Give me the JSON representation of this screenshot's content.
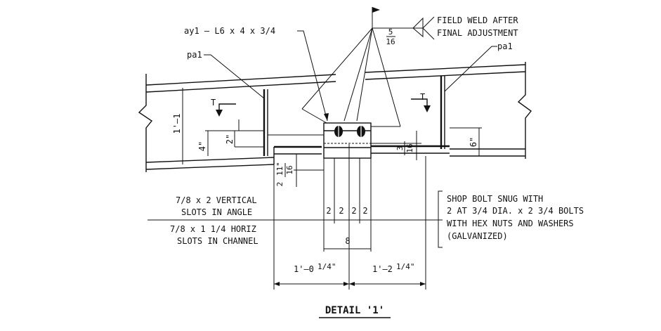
{
  "labels": {
    "angle_callout": "ay1 – L6 x 4 x 3/4",
    "pa1_left": "pa1",
    "pa1_right": "pa1",
    "field_weld_line1": "FIELD WELD AFTER",
    "field_weld_line2": "FINAL ADJUSTMENT",
    "weld_size_num": "5",
    "weld_size_den": "16",
    "section_left": "T",
    "section_right": "T",
    "dim_1_1": "1'–1",
    "dim_4": "4\"",
    "dim_2": "2\"",
    "dim_6": "6\"",
    "dim_3_16_num": "3",
    "dim_3_16_den": "16",
    "dim_2_11_whole": "2",
    "dim_2_11_num": "11\"",
    "dim_2_11_den": "16",
    "vert_slots_line1": "7/8 x 2 VERTICAL",
    "vert_slots_line2": "SLOTS IN ANGLE",
    "horiz_slots_line1": "7/8 x 1 1/4 HORIZ",
    "horiz_slots_line2": "SLOTS IN CHANNEL",
    "bolt_spacing": [
      "2",
      "2",
      "2",
      "2"
    ],
    "dim_8": "8",
    "dim_left_whole": "1'–0",
    "dim_left_frac": "1/4\"",
    "dim_right_whole": "1'–2",
    "dim_right_frac": "1/4\"",
    "shop_bolt_line1": "SHOP BOLT SNUG WITH",
    "shop_bolt_line2": "2 AT 3/4 DIA. x 2 3/4 BOLTS",
    "shop_bolt_line3": "WITH HEX NUTS AND WASHERS",
    "shop_bolt_line4": "(GALVANIZED)",
    "detail_title": "DETAIL '1'"
  }
}
